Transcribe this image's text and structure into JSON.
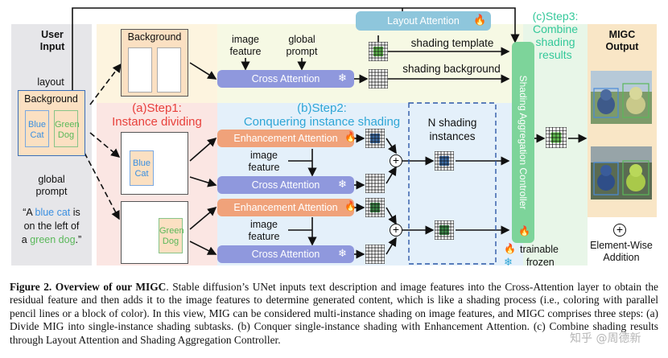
{
  "user_input": {
    "title_line1": "User",
    "title_line2": "Input",
    "layout_label": "layout",
    "background_label": "Background",
    "blue_cat_line1": "Blue",
    "blue_cat_line2": "Cat",
    "green_dog_line1": "Green",
    "green_dog_line2": "Dog",
    "global_prompt_line1": "global",
    "global_prompt_line2": "prompt",
    "prompt_q1": "“A ",
    "prompt_blue_cat": "blue cat",
    "prompt_q2": " is",
    "prompt_line2": "on the left of",
    "prompt_q3": "a ",
    "prompt_green_dog": "green dog",
    "prompt_q4": ".”"
  },
  "step1": {
    "line1": "(a)Step1:",
    "line2": "Instance dividing",
    "background_label": "Background",
    "blue_cat_line1": "Blue",
    "blue_cat_line2": "Cat",
    "green_dog_line1": "Green",
    "green_dog_line2": "Dog"
  },
  "top_row": {
    "image_feature_line1": "image",
    "image_feature_line2": "feature",
    "global_prompt_line1": "global",
    "global_prompt_line2": "prompt",
    "cross_attention": "Cross Attention",
    "layout_attention": "Layout Attention",
    "shading_template": "shading template",
    "shading_background": "shading background"
  },
  "step2": {
    "title": "(b)Step2:",
    "subtitle": "Conquering instance shading",
    "enhancement_attention": "Enhancement Attention",
    "cross_attention": "Cross Attention",
    "image_feature_line1": "image",
    "image_feature_line2": "feature",
    "n_shading_line1": "N shading",
    "n_shading_line2": "instances"
  },
  "step3": {
    "line1": "(c)Step3:",
    "line2": "Combine",
    "line3": "shading",
    "line4": "results",
    "controller": "Shading Aggregation Controller"
  },
  "output": {
    "title_line1": "MIGC",
    "title_line2": "Output"
  },
  "legend": {
    "plus": "+",
    "element_wise_line1": "Element-Wise",
    "element_wise_line2": "Addition",
    "trainable": "trainable",
    "frozen": "frozen"
  },
  "caption": {
    "fig_label": "Figure 2.",
    "fig_title": "Overview of our MIGC",
    "body": ". Stable diffusion’s UNet inputs text description and image features into the Cross-Attention layer to obtain the residual feature and then adds it to the image features to determine generated content, which is like a shading process (i.e., coloring with parallel pencil lines or a block of color). In this view, MIG can be considered multi-instance shading on image features, and MIGC comprises three steps: (a) Divide MIG into single-instance shading subtasks. (b) Conquer single-instance shading with Enhancement Attention. (c) Combine shading results through Layout Attention and Shading Aggregation Controller."
  },
  "watermark": "知乎 @周德新",
  "colors": {
    "step1_red": "#e8413c",
    "step2_blue": "#2fa6d6",
    "step3_green": "#34c89a",
    "cross_attention": "#8f98dd",
    "enhancement_attention": "#f0a27a",
    "layout_attention": "#8ec6dc",
    "controller": "#7dd49a",
    "cat_text": "#3a8fe0",
    "dog_text": "#5ab85a",
    "user_input_bg": "#e6e6e9",
    "output_bg": "#f9e6c6"
  }
}
